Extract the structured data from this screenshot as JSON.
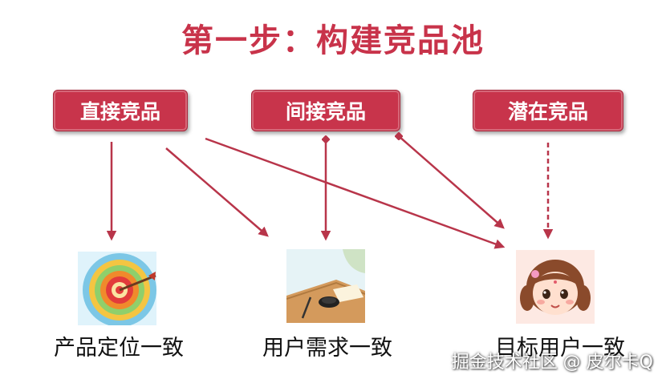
{
  "title": "第一步：构建竞品池",
  "categories": {
    "direct": "直接竞品",
    "indirect": "间接竞品",
    "latent": "潜在竞品"
  },
  "outcomes": {
    "product_positioning": "产品定位一致",
    "user_needs": "用户需求一致",
    "target_users": "目标用户一致"
  },
  "watermark": "掘金技术社区 @ 皮尔卡Q",
  "colors": {
    "accent": "#c8344b",
    "arrow": "#b8354a",
    "text": "#111111"
  },
  "icons": {
    "product_positioning": "dartboard-icon",
    "user_needs": "ink-desk-icon",
    "target_users": "girl-avatar-icon"
  }
}
